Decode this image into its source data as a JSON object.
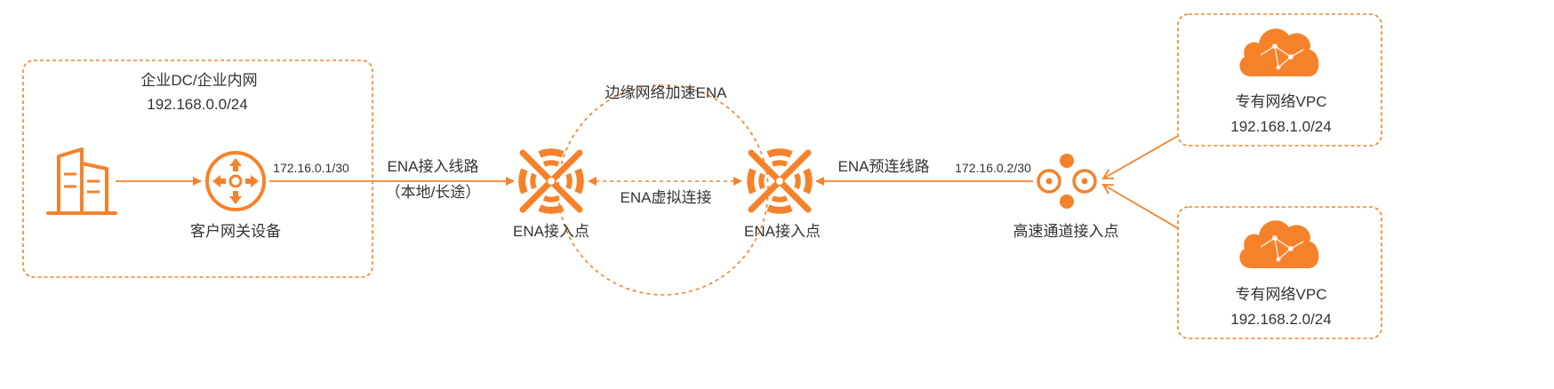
{
  "colors": {
    "accent": "#f5822a",
    "text": "#333333",
    "background": "#ffffff"
  },
  "enterprise": {
    "title": "企业DC/企业内网",
    "cidr": "192.168.0.0/24",
    "building_icon": "building-icon",
    "gateway": {
      "label": "客户网关设备",
      "icon": "router-icon",
      "ip": "172.16.0.1/30"
    }
  },
  "access_link": {
    "label": "ENA接入线路",
    "sublabel": "（本地/长途）"
  },
  "edge_network": {
    "title": "边缘网络加速ENA",
    "virtual_link_label": "ENA虚拟连接",
    "left_node": {
      "label": "ENA接入点",
      "icon": "ena-node-icon"
    },
    "right_node": {
      "label": "ENA接入点",
      "icon": "ena-node-icon"
    }
  },
  "preconnect_link": {
    "label": "ENA预连线路"
  },
  "express_connect": {
    "ip": "172.16.0.2/30",
    "label": "高速通道接入点",
    "icon": "access-point-icon"
  },
  "vpcs": [
    {
      "name": "专有网络VPC",
      "cidr": "192.168.1.0/24",
      "icon": "cloud-icon"
    },
    {
      "name": "专有网络VPC",
      "cidr": "192.168.2.0/24",
      "icon": "cloud-icon"
    }
  ]
}
